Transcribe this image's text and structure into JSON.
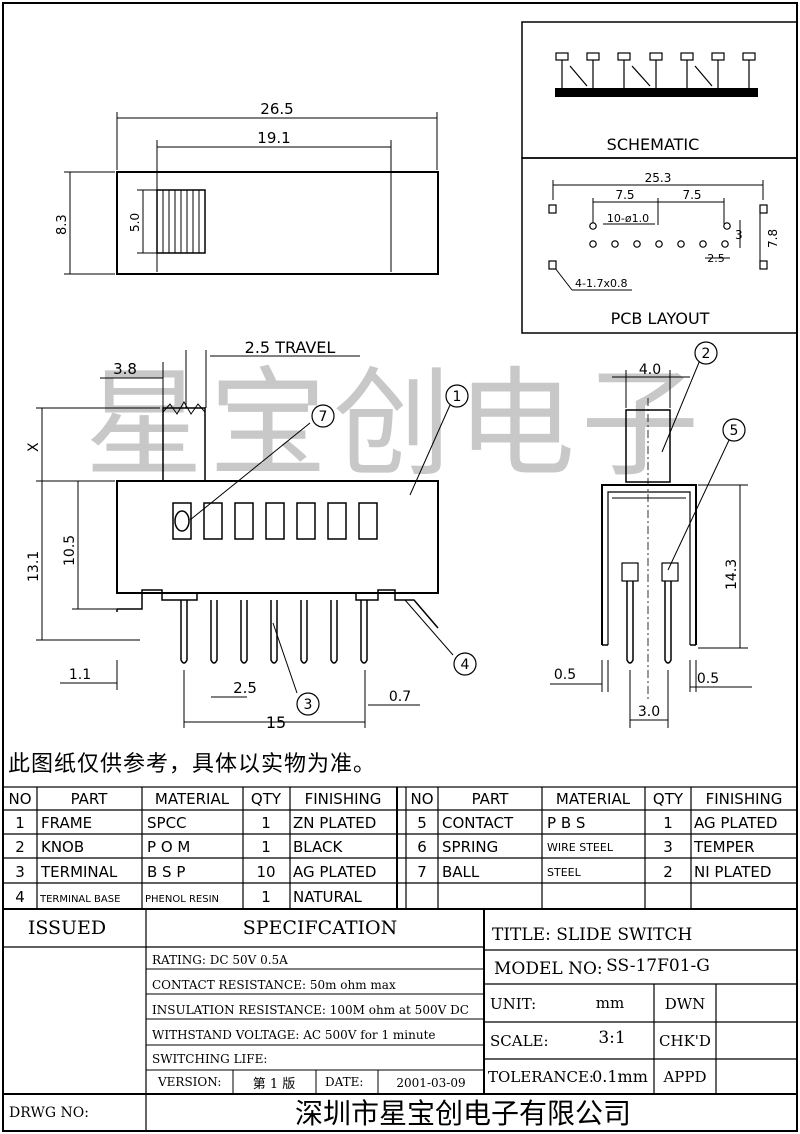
{
  "schematic": {
    "label": "SCHEMATIC"
  },
  "pcb": {
    "label": "PCB LAYOUT",
    "d_total": "25.3",
    "d_left": "7.5",
    "d_right": "7.5",
    "holes": "10-ø1.0",
    "d_3": "3",
    "d_78": "7.8",
    "d_25": "2.5",
    "slots": "4-1.7x0.8"
  },
  "top_view": {
    "d_265": "26.5",
    "d_191": "19.1",
    "d_83": "8.3",
    "d_50": "5.0"
  },
  "front_view": {
    "d_38": "3.8",
    "travel": "2.5 TRAVEL",
    "x": "X",
    "d_131": "13.1",
    "d_105": "10.5",
    "d_11": "1.1",
    "d_25": "2.5",
    "d_07": "0.7",
    "d_15": "15"
  },
  "side_view": {
    "d_40": "4.0",
    "d_143": "14.3",
    "d_05a": "0.5",
    "d_05b": "0.5",
    "d_30": "3.0"
  },
  "balloons": [
    "1",
    "2",
    "3",
    "4",
    "5",
    "7"
  ],
  "watermark": "星宝创电子",
  "note": "此图纸仅供参考，具体以实物为准。",
  "bom_headers": [
    "NO",
    "PART",
    "MATERIAL",
    "QTY",
    "FINISHING"
  ],
  "bom_left": [
    {
      "no": "1",
      "part": "FRAME",
      "material": "SPCC",
      "qty": "1",
      "finishing": "ZN PLATED"
    },
    {
      "no": "2",
      "part": "KNOB",
      "material": "P O M",
      "qty": "1",
      "finishing": "BLACK"
    },
    {
      "no": "3",
      "part": "TERMINAL",
      "material": "B S P",
      "qty": "10",
      "finishing": "AG PLATED"
    },
    {
      "no": "4",
      "part": "TERMINAL BASE",
      "material": "PHENOL RESIN",
      "qty": "1",
      "finishing": "NATURAL"
    }
  ],
  "bom_right": [
    {
      "no": "5",
      "part": "CONTACT",
      "material": "P B S",
      "qty": "1",
      "finishing": "AG PLATED"
    },
    {
      "no": "6",
      "part": "SPRING",
      "material": "WIRE STEEL",
      "qty": "3",
      "finishing": "TEMPER"
    },
    {
      "no": "7",
      "part": "BALL",
      "material": "STEEL",
      "qty": "2",
      "finishing": "NI PLATED"
    }
  ],
  "title_block": {
    "issued": "ISSUED",
    "spec_title": "SPECIFCATION",
    "rating": "RATING: DC 50V 0.5A",
    "contact_res": "CONTACT RESISTANCE:  50m ohm max",
    "insulation": "INSULATION RESISTANCE:  100M ohm at 500V DC",
    "withstand": "WITHSTAND VOLTAGE:  AC 500V for 1 minute",
    "life": "SWITCHING LIFE:",
    "version_label": "VERSION:",
    "version": "第 1 版",
    "date_label": "DATE:",
    "date": "2001-03-09",
    "title": "TITLE:  SLIDE SWITCH",
    "model_label": "MODEL NO:",
    "model": "SS-17F01-G",
    "unit_label": "UNIT:",
    "unit": "mm",
    "dwn": "DWN",
    "scale_label": "SCALE:",
    "scale": "3:1",
    "chkd": "CHK'D",
    "tol_label": "TOLERANCE:",
    "tol": "0.1mm",
    "appd": "APPD",
    "drwg": "DRWG NO:",
    "company": "深圳市星宝创电子有限公司"
  }
}
